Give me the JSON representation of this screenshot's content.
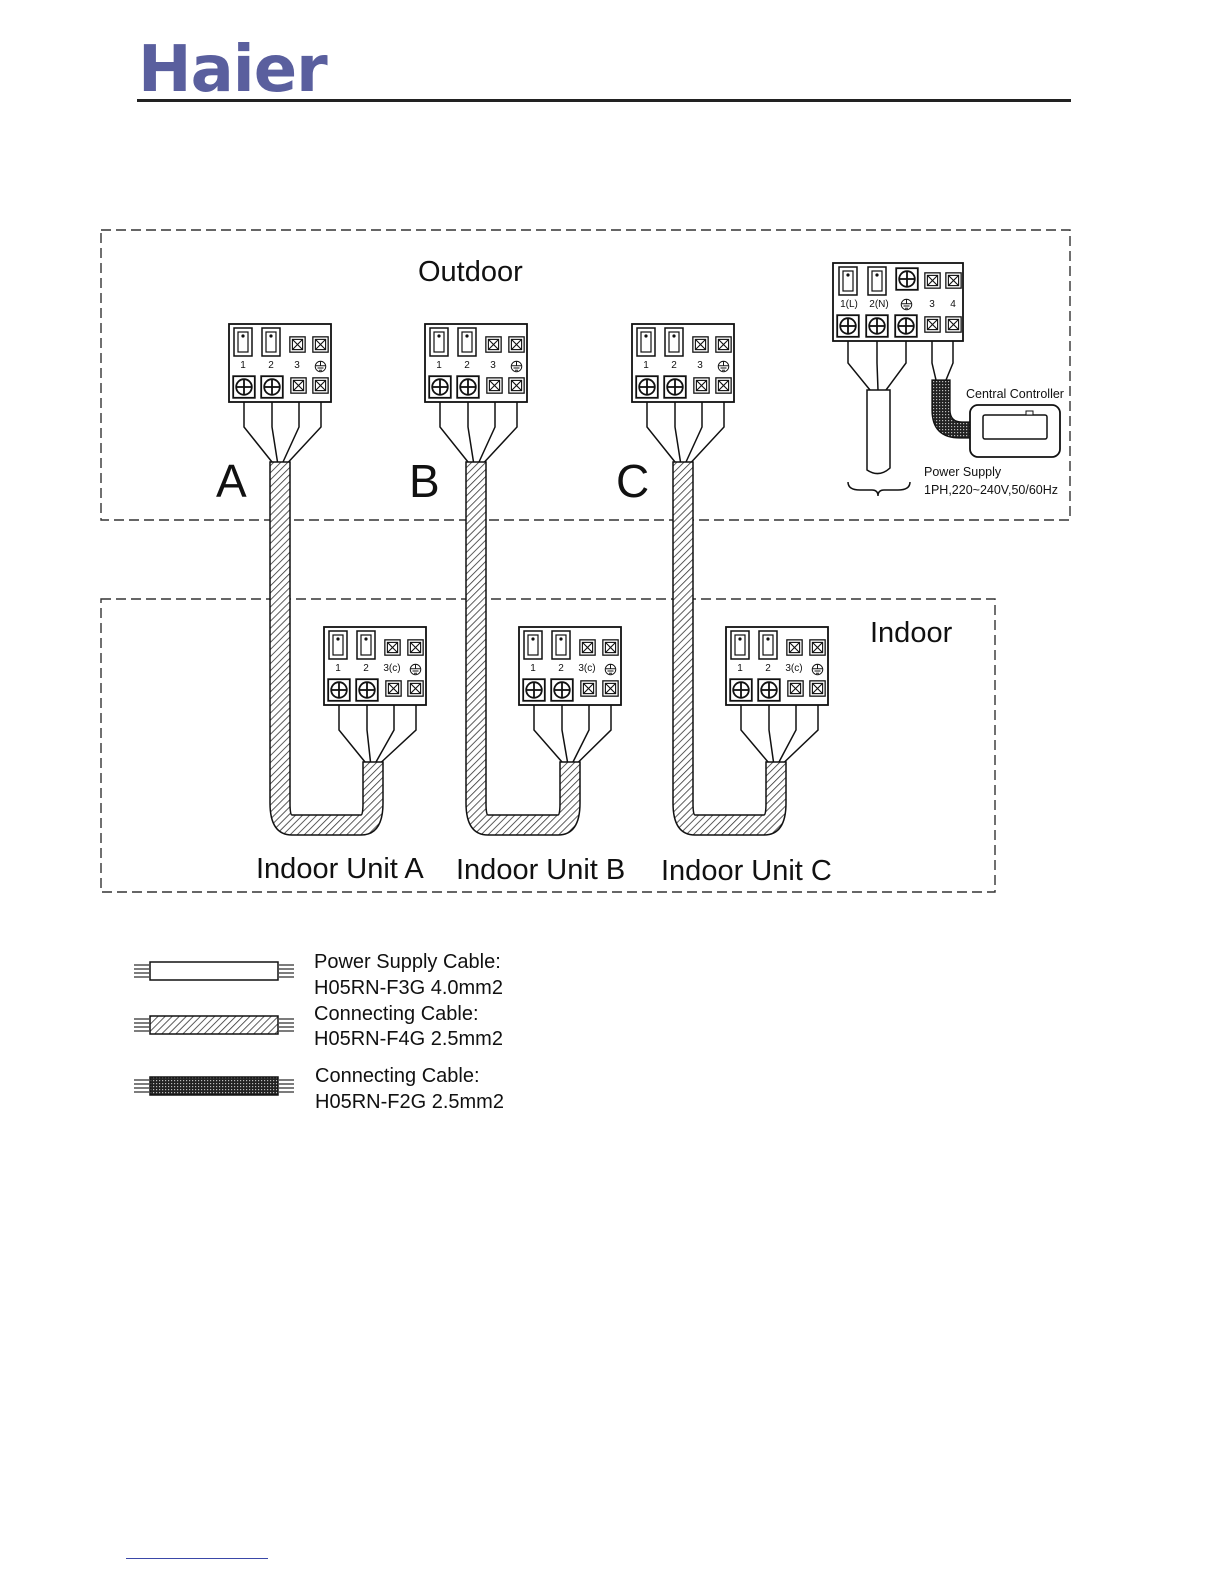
{
  "header": {
    "brand": "Haier"
  },
  "outdoor": {
    "title": "Outdoor",
    "terminals": [
      {
        "label": "A",
        "pins": [
          "1",
          "2",
          "3"
        ]
      },
      {
        "label": "B",
        "pins": [
          "1",
          "2",
          "3"
        ]
      },
      {
        "label": "C",
        "pins": [
          "1",
          "2",
          "3"
        ]
      }
    ],
    "power_block": {
      "pins": [
        "1(L)",
        "2(N)",
        "3",
        "4"
      ],
      "controller_label": "Central Controller",
      "power_supply_label": "Power Supply",
      "power_spec": "1PH,220~240V,50/60Hz"
    }
  },
  "indoor": {
    "title": "Indoor",
    "pins": [
      "1",
      "2",
      "3(c)"
    ],
    "units": [
      {
        "label": "Indoor Unit A"
      },
      {
        "label": "Indoor Unit B"
      },
      {
        "label": "Indoor Unit C"
      }
    ]
  },
  "legend": [
    {
      "line1": "Power Supply Cable:",
      "line2": "H05RN-F3G 4.0mm2",
      "style": "plain"
    },
    {
      "line1": "Connecting Cable:",
      "line2": "H05RN-F4G 2.5mm2",
      "style": "hatched"
    },
    {
      "line1": "Connecting Cable:",
      "line2": "H05RN-F2G 2.5mm2",
      "style": "dense"
    }
  ]
}
